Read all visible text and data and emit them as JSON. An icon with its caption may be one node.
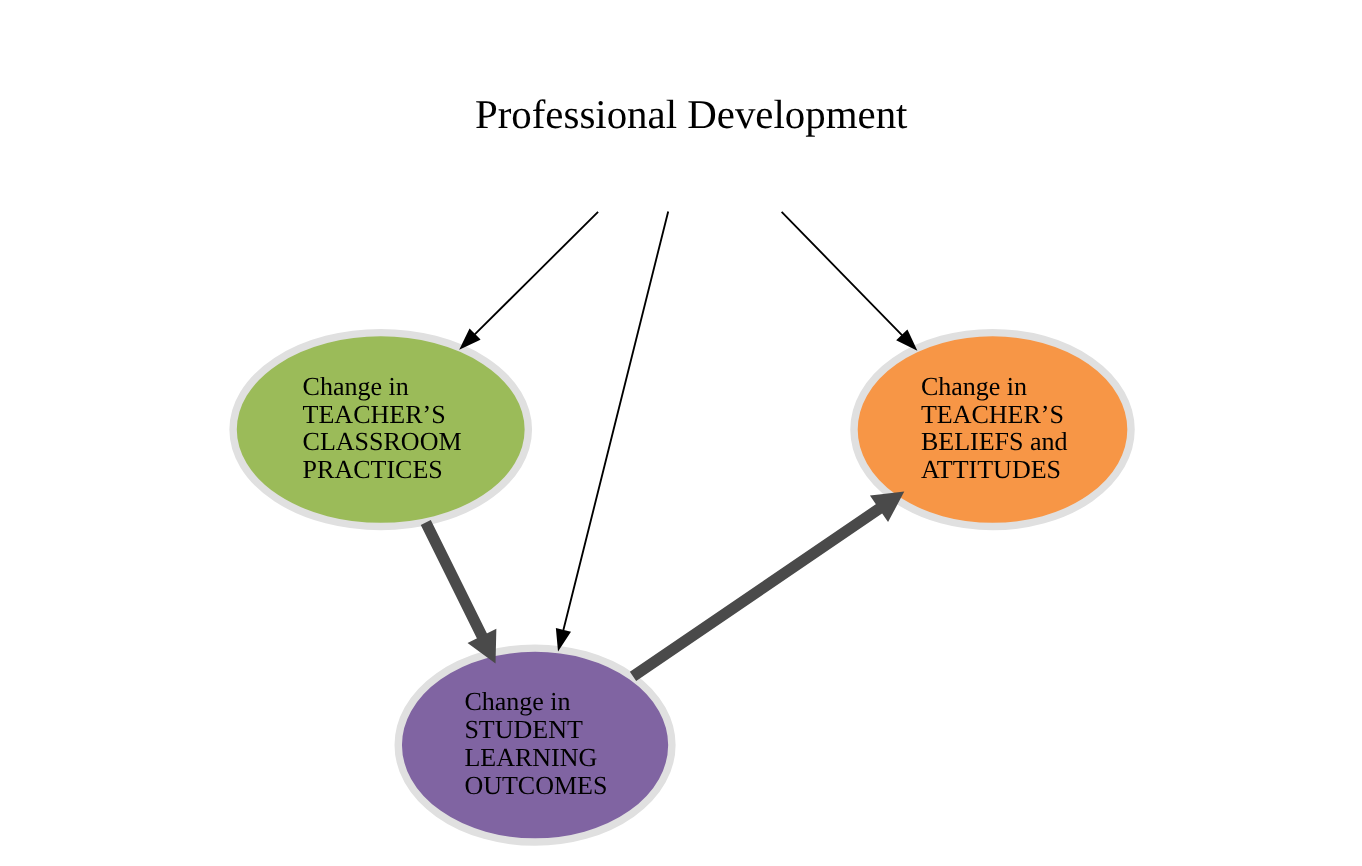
{
  "diagram": {
    "nodes": [
      {
        "text": [
          "Professional Development"
        ]
      },
      {
        "text": [
          "Change in TEACHER’S CLASSROOM PRACTICES"
        ]
      },
      {
        "text": [
          "Change in STUDENT LEARNING OUTCOMES"
        ]
      },
      {
        "text": [
          "Change in TEACHER’S BELIEFS and ATTITUDES"
        ]
      }
    ],
    "edges": [
      {
        "from": 0,
        "to": 1,
        "arrow": "to"
      },
      {
        "from": 0,
        "to": 2,
        "arrow": "to"
      },
      {
        "from": 0,
        "to": 3,
        "arrow": "to"
      },
      {
        "from": 1,
        "to": 2,
        "arrow": "to",
        "style": "thick",
        "color": "#4a4a4a"
      },
      {
        "from": 2,
        "to": 3,
        "arrow": "to",
        "style": "thick",
        "color": "#4a4a4a"
      }
    ]
  }
}
